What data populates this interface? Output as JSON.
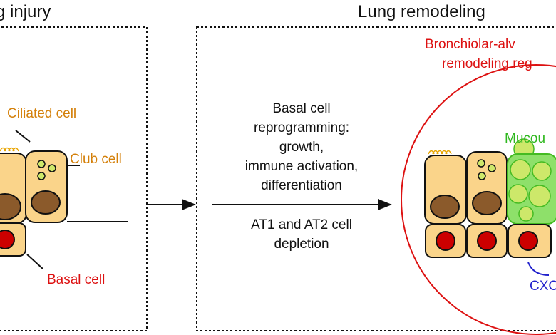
{
  "left_panel": {
    "title": "g injury",
    "labels": {
      "ciliated": "Ciliated cell",
      "club": "Club cell",
      "basal": "Basal cell"
    }
  },
  "right_panel": {
    "title": "Lung remodeling",
    "region_label_line1": "Bronchiolar-alv",
    "region_label_line2": "remodeling reg",
    "mucous_label": "Mucou",
    "cxc_label": "CXC"
  },
  "center": {
    "upper_lines": [
      "Basal cell",
      "reprogramming:",
      "growth,",
      "immune activation,",
      "differentiation"
    ],
    "lower_lines": [
      "AT1 and AT2 cell",
      "depletion"
    ]
  },
  "colors": {
    "orange_text": "#d4800a",
    "red_text": "#dd1111",
    "green_text": "#2fb81f",
    "blue_text": "#2222cc",
    "cell_fill": "#fad48a",
    "cell_stroke": "#1a1a1a",
    "nucleus_brown": "#8b5a2b",
    "nucleus_red": "#cc0000",
    "granule_green": "#cde86a",
    "mucous_fill": "#8ee06a",
    "mucous_stroke": "#44bb22"
  }
}
